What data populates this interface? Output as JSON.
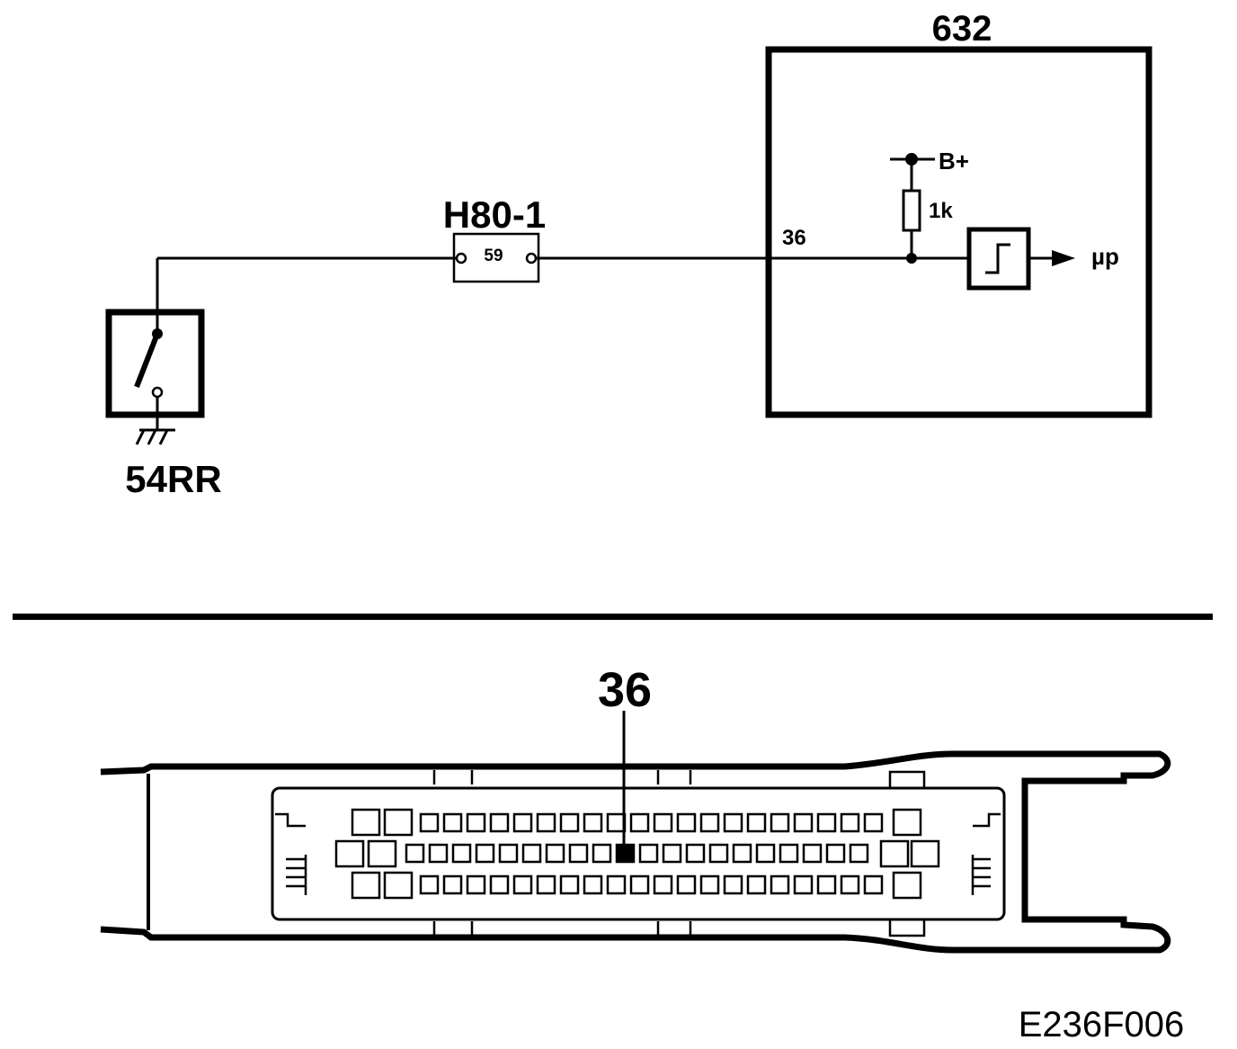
{
  "schematic": {
    "ecu_label": "632",
    "connector_label": "H80-1",
    "connector_pin": "59",
    "ecu_pin": "36",
    "supply_label": "B+",
    "resistor_label": "1k",
    "output_label": "µp",
    "switch_label": "54RR"
  },
  "connector_view": {
    "highlighted_pin": "36"
  },
  "figure_code": "E236F006"
}
